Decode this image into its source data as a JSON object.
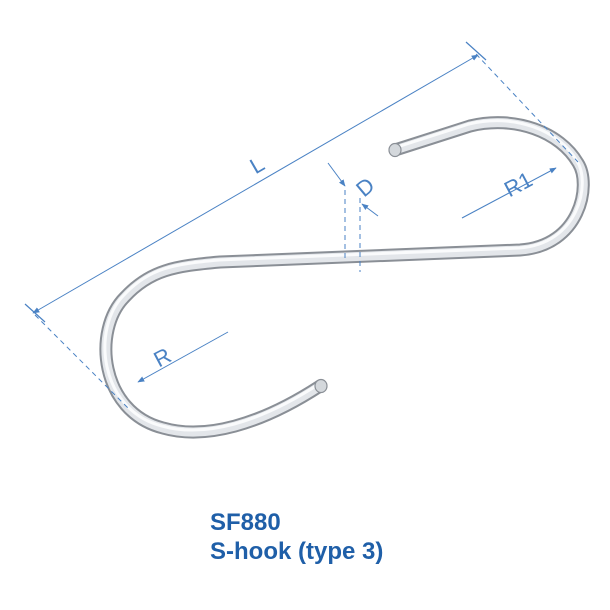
{
  "labels": {
    "length": "L",
    "diameter": "D",
    "radius_large": "R1",
    "radius_small": "R"
  },
  "caption": {
    "code": "SF880",
    "name": "S-hook (type 3)"
  },
  "colors": {
    "dimension": "#4a82c4",
    "caption": "#1f5fa8",
    "metal_edge": "#8a8f96",
    "metal_light": "#f2f4f6"
  }
}
